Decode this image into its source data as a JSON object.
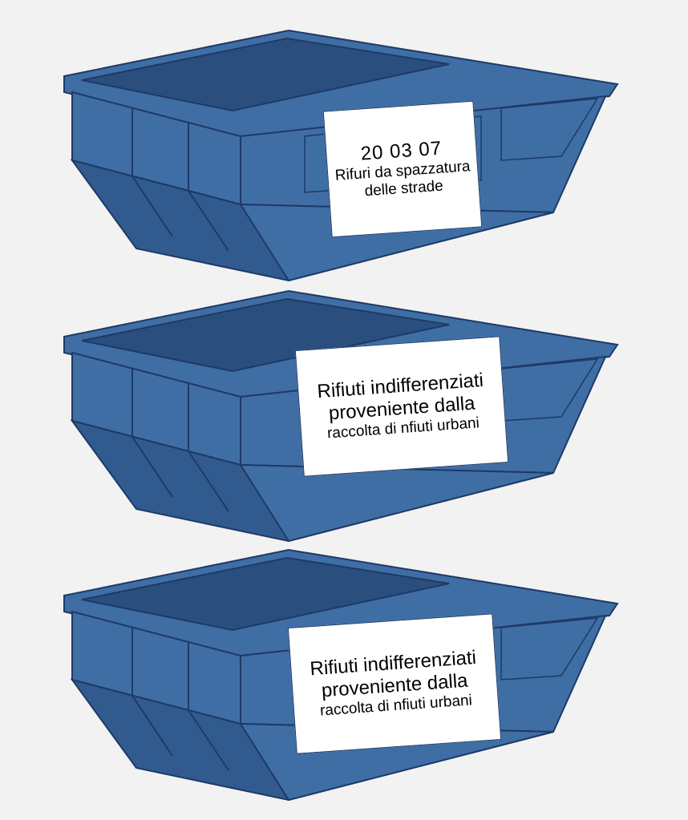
{
  "colors": {
    "body": "#3f6ea5",
    "shade": "#315b8e",
    "inner": "#2a4f7f",
    "outline": "#1e3a66",
    "label_bg": "#ffffff"
  },
  "skips": [
    {
      "label_lines": [
        "20 03  07",
        "Rifuri da spazzatura",
        "delle strade"
      ]
    },
    {
      "label_lines": [
        "Rifiuti indifferenziati",
        "proveniente dalla",
        "raccolta di nfiuti urbani"
      ]
    },
    {
      "label_lines": [
        "Rifiuti indifferenziati",
        "proveniente dalla",
        "raccolta di nfiuti urbani"
      ]
    }
  ]
}
